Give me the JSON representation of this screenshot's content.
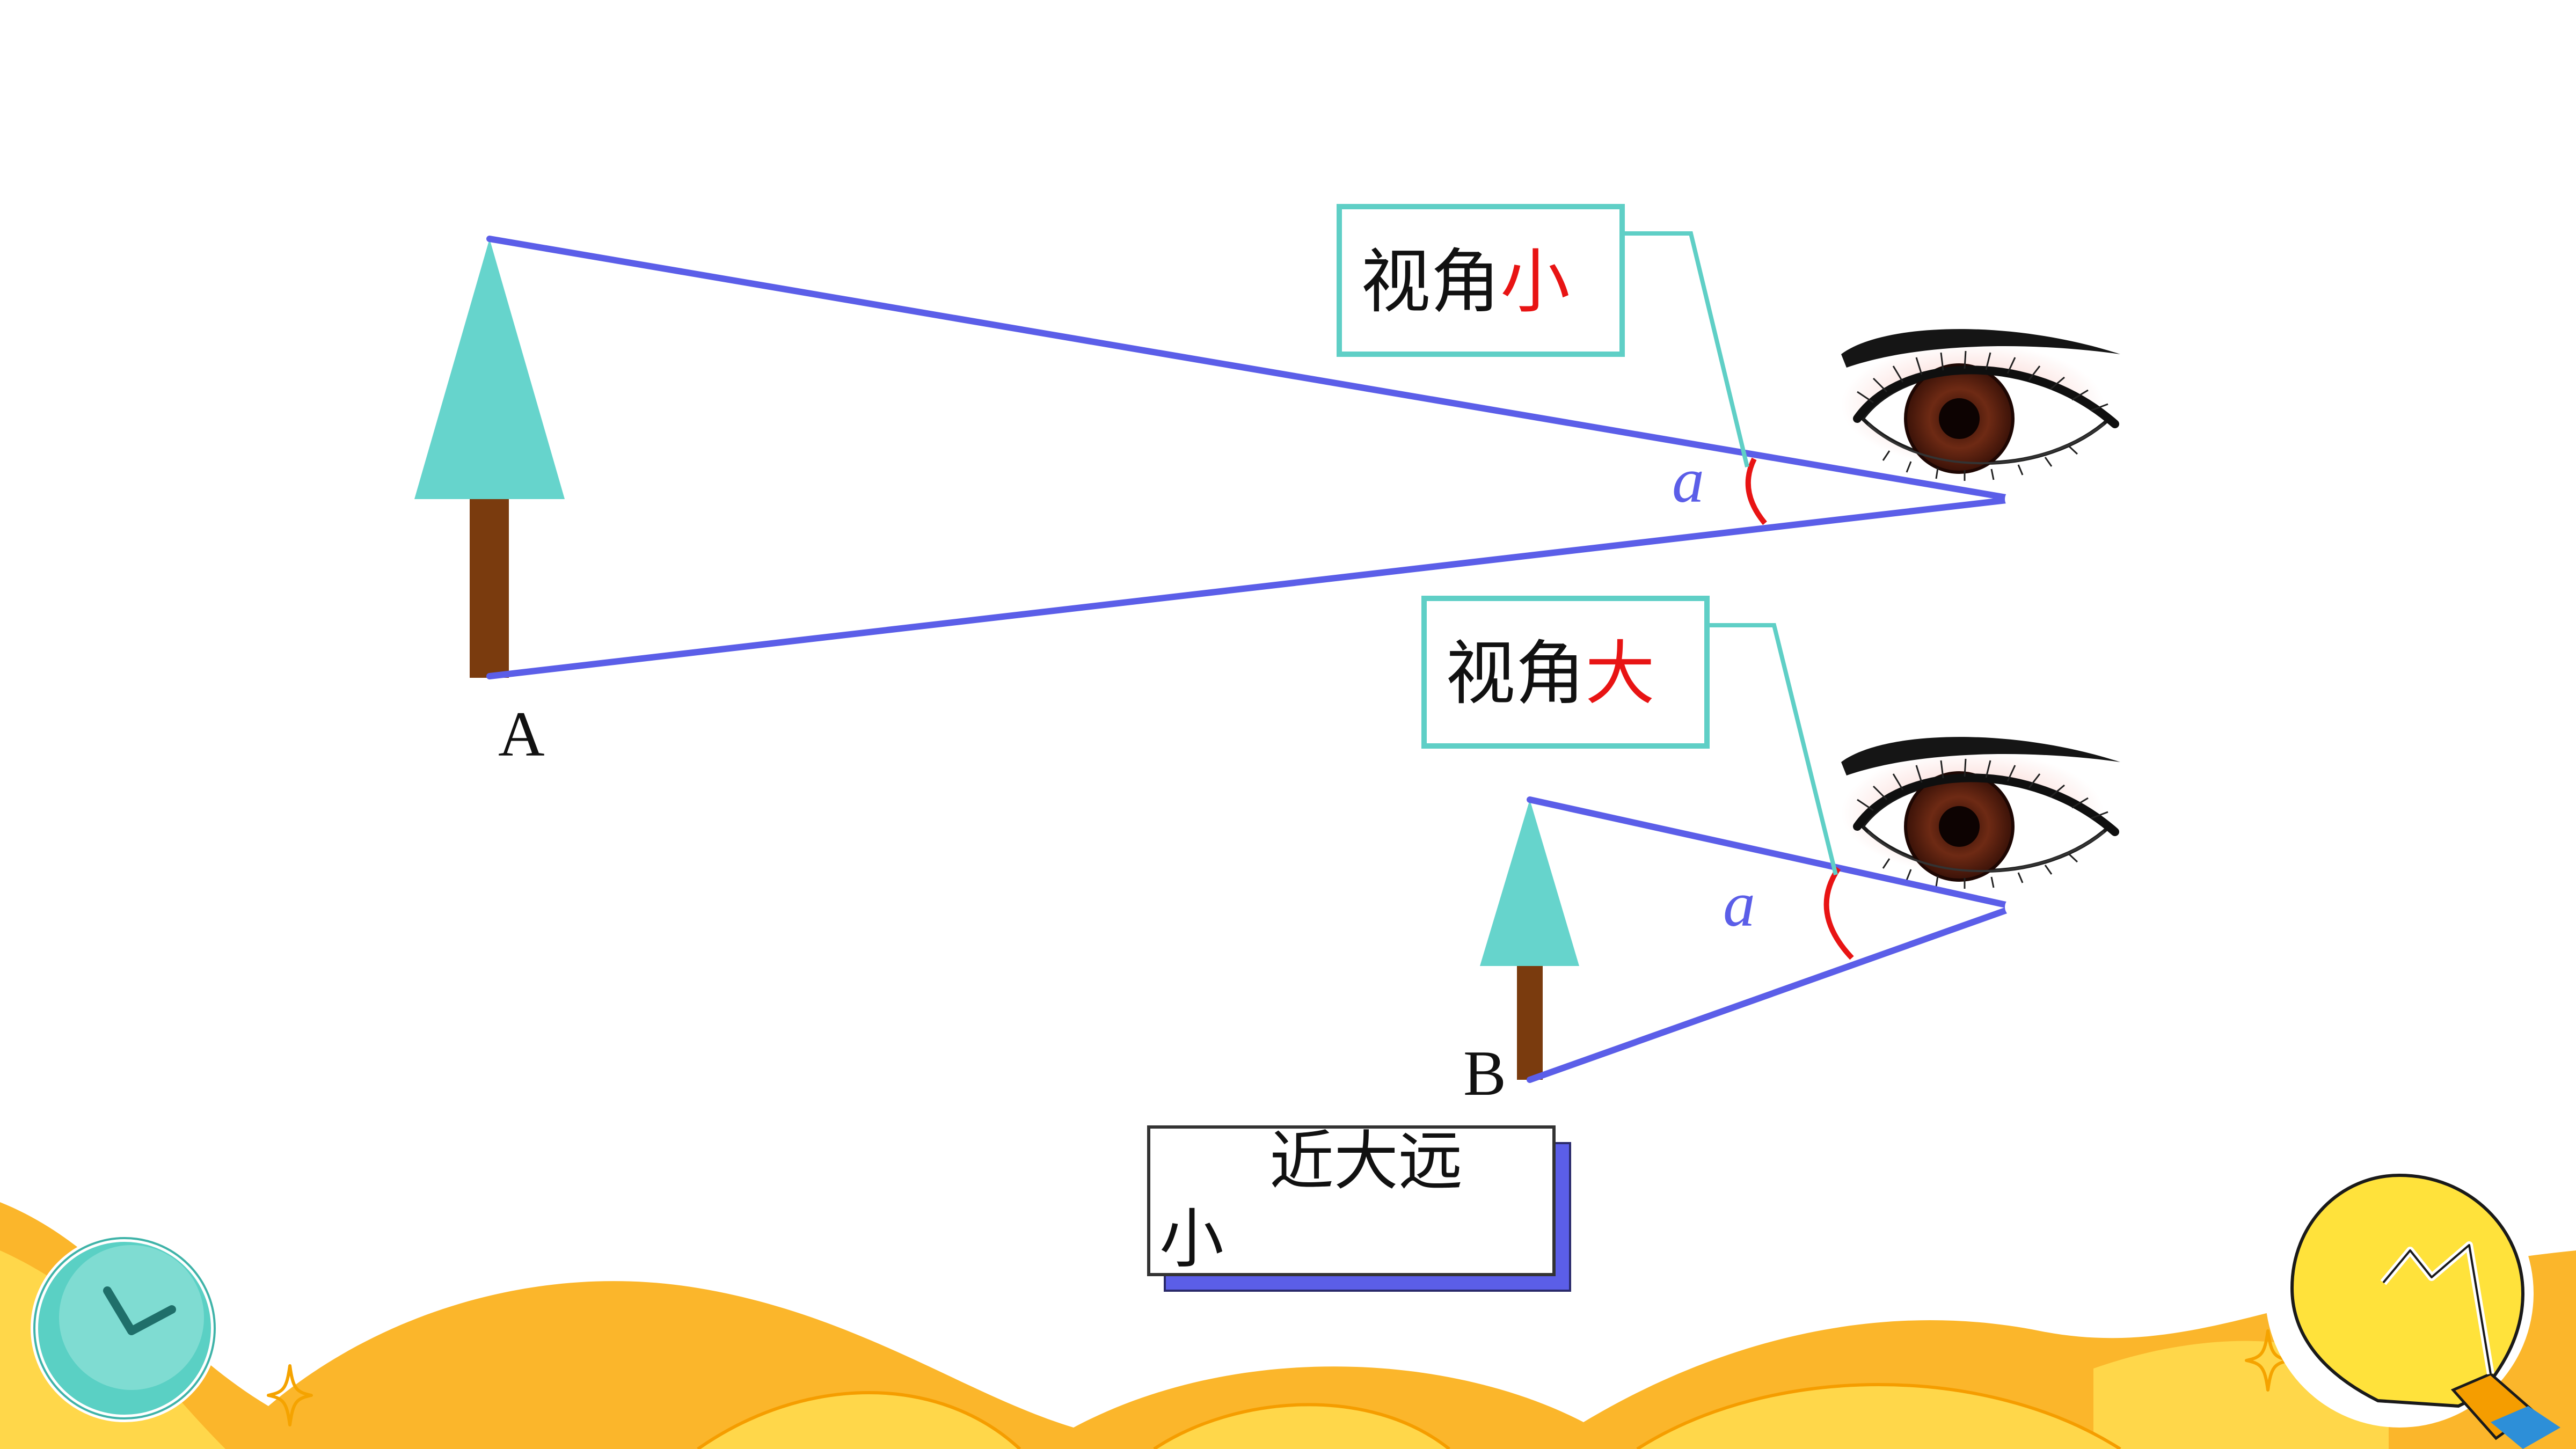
{
  "labels": {
    "small_box_prefix": "视角",
    "small_box_word": "小",
    "large_box_prefix": "视角",
    "large_box_word": "大",
    "alpha_top": "a",
    "alpha_bottom": "a",
    "tree_a": "A",
    "tree_b": "B",
    "summary_line1": "近大远",
    "summary_line2": "小"
  },
  "colors": {
    "sight_line": "#5b5ee8",
    "tree_crown": "#66d4cc",
    "tree_trunk": "#7a3b0e",
    "callout_border": "#5fcfc6",
    "angle_arc": "#e81414",
    "highlight_text": "#e81414",
    "alpha_text": "#5b5ee8",
    "summary_shadow": "#5b5ee8",
    "footer_orange": "#fbb62b",
    "footer_yellow": "#ffd74a",
    "clock_face": "#5ad0c4",
    "bulb_yellow": "#ffe23b"
  },
  "icons": [
    "clock-icon",
    "lightbulb-icon",
    "sparkle-icon",
    "eye-icon",
    "tree-icon"
  ]
}
